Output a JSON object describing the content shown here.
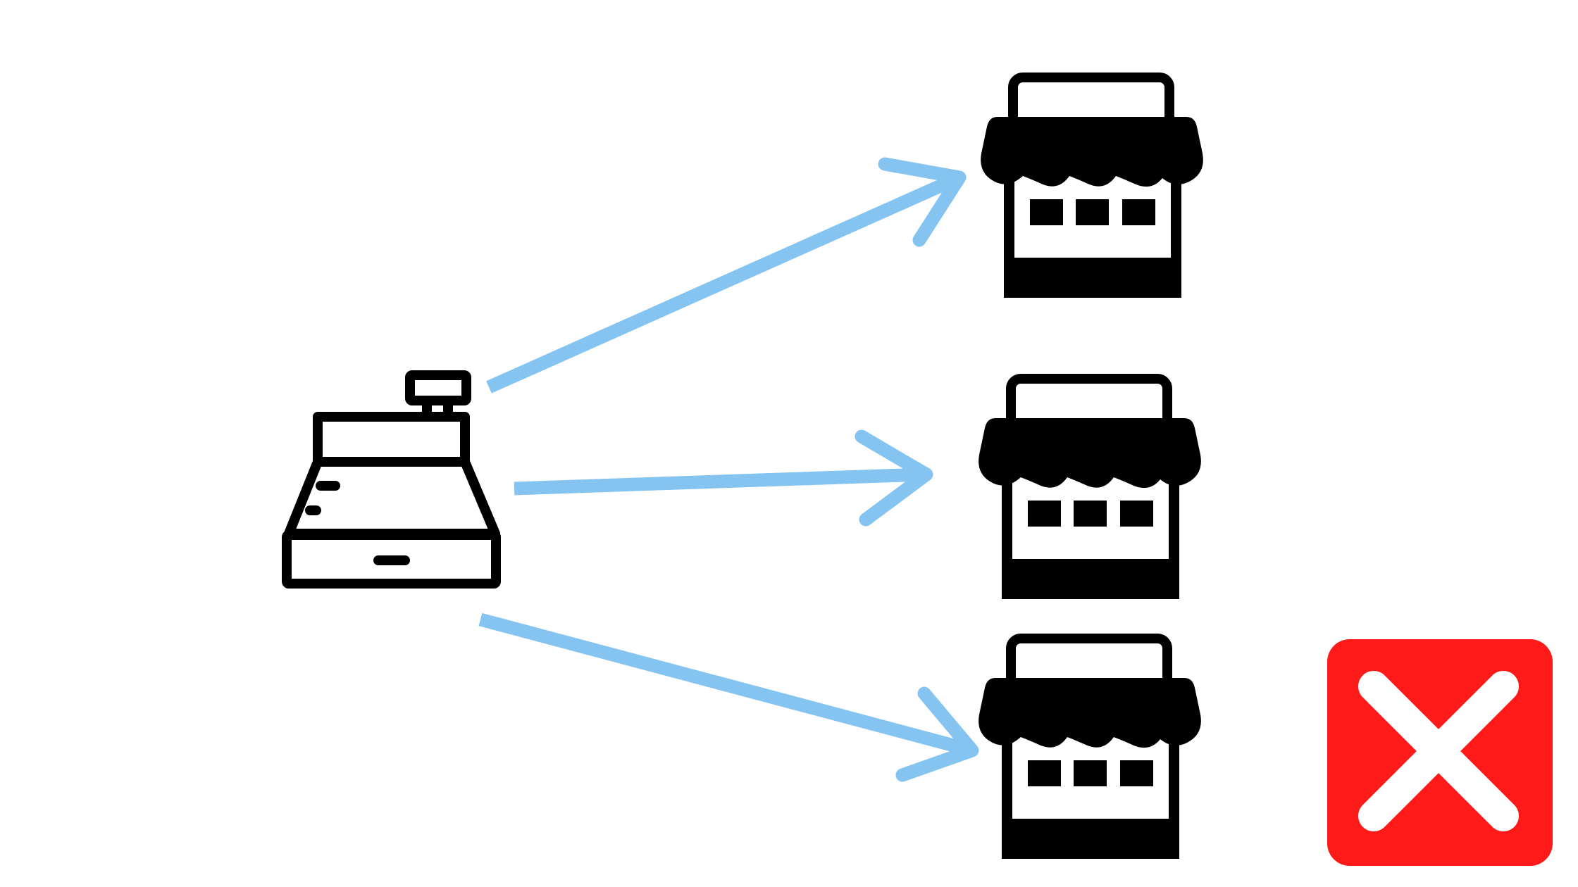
{
  "source": {
    "icon": "cash-register-icon"
  },
  "targets": [
    {
      "icon": "storefront-icon",
      "status": "allowed"
    },
    {
      "icon": "storefront-icon",
      "status": "allowed"
    },
    {
      "icon": "storefront-icon",
      "status": "blocked"
    }
  ],
  "blocked_marker": {
    "icon": "x-mark-icon"
  },
  "colors": {
    "arrow": "#85C4F0",
    "icon": "#000000",
    "blocked": "#FF1A1A",
    "blocked_mark": "#FFFFFF",
    "background": "#FFFFFF"
  }
}
